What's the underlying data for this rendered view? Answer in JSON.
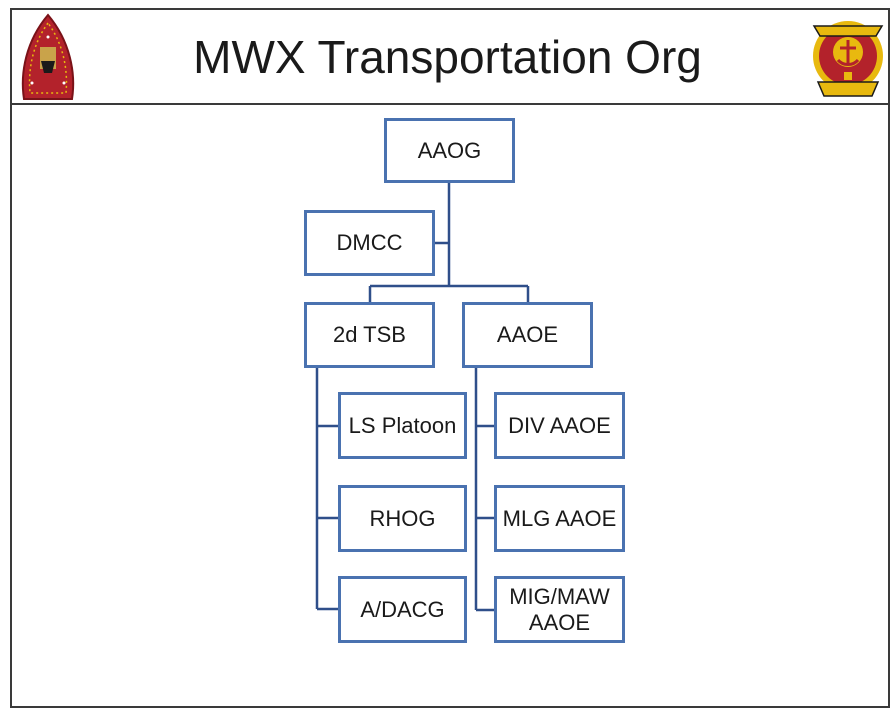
{
  "title": "MWX Transportation Org",
  "logos": {
    "left": "2nd Marine Division insignia",
    "right": "II Marine Expeditionary Force seal",
    "colors": {
      "red": "#b3222b",
      "gold": "#e8b90f",
      "black": "#1a1a1a"
    }
  },
  "org_chart": {
    "root": "AAOG",
    "staff": "DMCC",
    "branches": [
      {
        "name": "2d TSB",
        "children": [
          "LS Platoon",
          "RHOG",
          "A/DACG"
        ]
      },
      {
        "name": "AAOE",
        "children": [
          "DIV AAOE",
          "MLG AAOE",
          "MIG/MAW AAOE"
        ]
      }
    ],
    "box_border_color": "#4a72b0",
    "line_color": "#2f4f8a"
  }
}
